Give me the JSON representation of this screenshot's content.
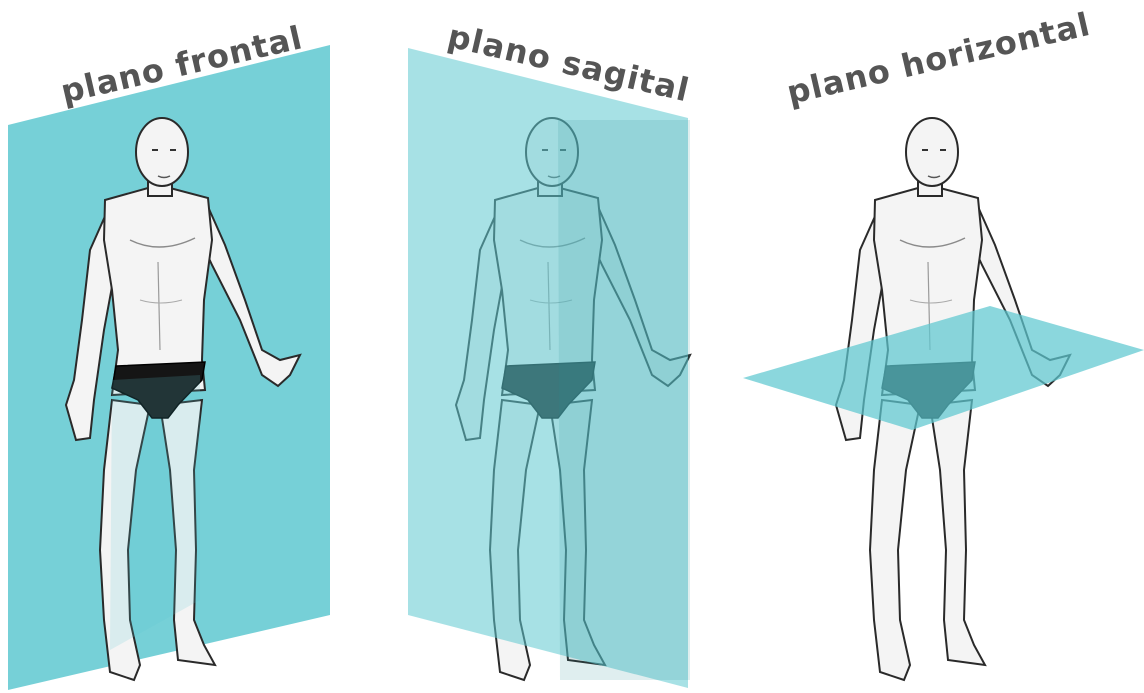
{
  "labels": {
    "frontal": "plano frontal",
    "sagital": "plano sagital",
    "horizontal": "plano horizontal"
  },
  "colors": {
    "plane": "#5ec8d0",
    "label": "#555555",
    "skin": "#f4f4f4",
    "outline": "#2a2a2a",
    "briefs": "#151515"
  }
}
